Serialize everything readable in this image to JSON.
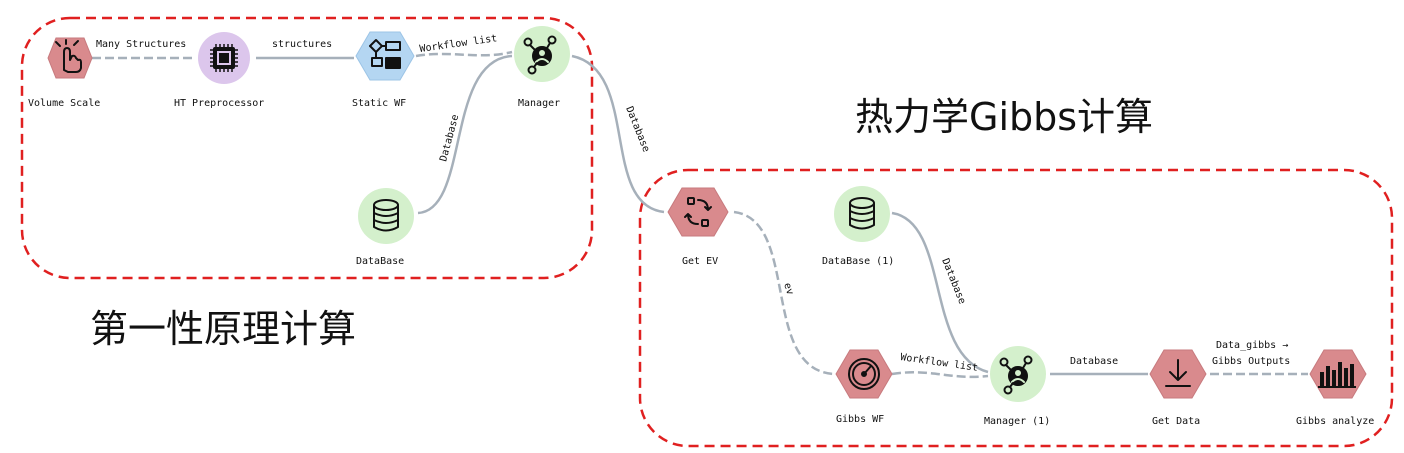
{
  "groups": {
    "first_principles": {
      "title": "第一性原理计算"
    },
    "gibbs": {
      "title": "热力学Gibbs计算"
    }
  },
  "nodes": {
    "volume_scale": {
      "label": "Volume Scale",
      "icon": "hand-pointer-icon"
    },
    "ht_preprocessor": {
      "label": "HT Preprocessor",
      "icon": "cpu-chip-icon"
    },
    "static_wf": {
      "label": "Static WF",
      "icon": "flowchart-icon"
    },
    "manager": {
      "label": "Manager",
      "icon": "user-network-icon"
    },
    "database": {
      "label": "DataBase",
      "icon": "database-icon"
    },
    "get_ev": {
      "label": "Get EV",
      "icon": "refresh-icon"
    },
    "database_1": {
      "label": "DataBase (1)",
      "icon": "database-icon"
    },
    "gibbs_wf": {
      "label": "Gibbs WF",
      "icon": "gauge-icon"
    },
    "manager_1": {
      "label": "Manager (1)",
      "icon": "user-network-icon"
    },
    "get_data": {
      "label": "Get Data",
      "icon": "download-icon"
    },
    "gibbs_analyze": {
      "label": "Gibbs analyze",
      "icon": "bar-chart-icon"
    }
  },
  "edges": {
    "e1": "Many Structures",
    "e2": "structures",
    "e3": "Workflow list",
    "e4": "Database",
    "e5": "Database",
    "e6": "ev",
    "e7": "Database",
    "e8": "Workflow list",
    "e9": "Database",
    "e10_line1": "Data_gibbs →",
    "e10_line2": "Gibbs  Outputs"
  },
  "colors": {
    "red_node": "#d98a8d",
    "red_hex_fill": "#d98a8d",
    "purple_node": "#dcc6ec",
    "blue_node": "#b4d6f2",
    "green_node": "#d4f0cc",
    "edge": "#a6b0ba",
    "group_border": "#e02020"
  }
}
